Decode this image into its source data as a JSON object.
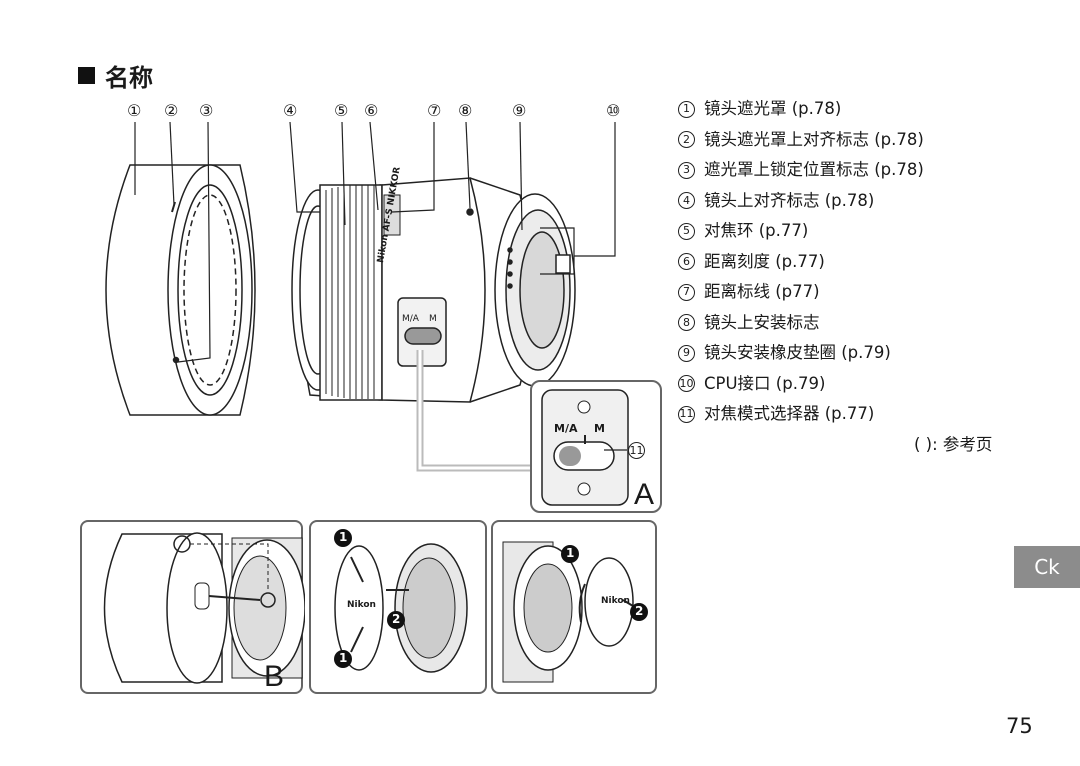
{
  "section": {
    "title": "名称"
  },
  "callout_numbers": [
    "①",
    "②",
    "③",
    "④",
    "⑤",
    "⑥",
    "⑦",
    "⑧",
    "⑨",
    "⑩"
  ],
  "parts": [
    {
      "num": "1",
      "label": "镜头遮光罩 (p.78)"
    },
    {
      "num": "2",
      "label": "镜头遮光罩上对齐标志 (p.78)"
    },
    {
      "num": "3",
      "label": "遮光罩上锁定位置标志 (p.78)"
    },
    {
      "num": "4",
      "label": "镜头上对齐标志 (p.78)"
    },
    {
      "num": "5",
      "label": "对焦环 (p.77)"
    },
    {
      "num": "6",
      "label": "距离刻度 (p.77)"
    },
    {
      "num": "7",
      "label": "距离标线 (p77)"
    },
    {
      "num": "8",
      "label": "镜头上安装标志"
    },
    {
      "num": "9",
      "label": "镜头安装橡皮垫圈 (p.79)"
    },
    {
      "num": "10",
      "label": "CPU接口 (p.79)"
    },
    {
      "num": "11",
      "label": "对焦模式选择器 (p.77)"
    }
  ],
  "reference_note": "( ): 参考页",
  "language_tab": "Ck",
  "page_number": "75",
  "inset_switch": {
    "left_label": "M/A",
    "right_label": "M",
    "callout": "11"
  },
  "lens_barrel_switch": {
    "left_label": "M/A",
    "right_label": "M"
  },
  "lens_printing": [
    "Nikon",
    "AF-S NIKKOR"
  ],
  "cap_brand": "Nikon",
  "figure_labels": {
    "inset": "A",
    "panel_b": "B"
  },
  "step_markers": {
    "first": "1",
    "second": "2"
  }
}
